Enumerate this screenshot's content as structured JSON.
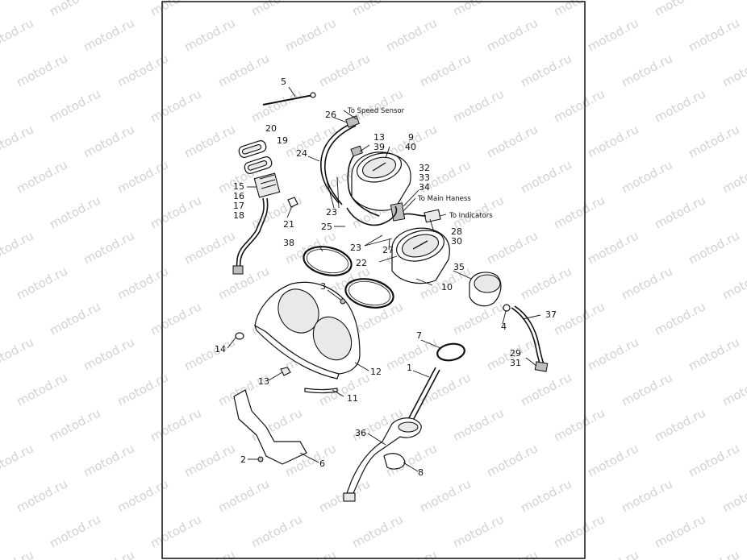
{
  "watermark": "motod.ru",
  "notes": {
    "speed_sensor": "To Speed Sensor",
    "main_harness": "To Main Haness",
    "indicators": "To Indicators"
  },
  "callouts": {
    "c1": "1",
    "c2": "2",
    "c3": "3",
    "c4": "4",
    "c5": "5",
    "c6": "6",
    "c7": "7",
    "c8": "8",
    "c9": "9",
    "c10": "10",
    "c11": "11",
    "c12": "12",
    "c13a": "13",
    "c13b": "13",
    "c14": "14",
    "c15": "15",
    "c16": "16",
    "c17": "17",
    "c18": "18",
    "c19": "19",
    "c20": "20",
    "c21": "21",
    "c22": "22",
    "c23a": "23",
    "c23b": "23",
    "c24": "24",
    "c25": "25",
    "c26": "26",
    "c27": "27",
    "c28": "28",
    "c29": "29",
    "c30": "30",
    "c31": "31",
    "c32": "32",
    "c33": "33",
    "c34": "34",
    "c35": "35",
    "c36": "36",
    "c37": "37",
    "c38": "38",
    "c39": "39",
    "c40": "40"
  }
}
